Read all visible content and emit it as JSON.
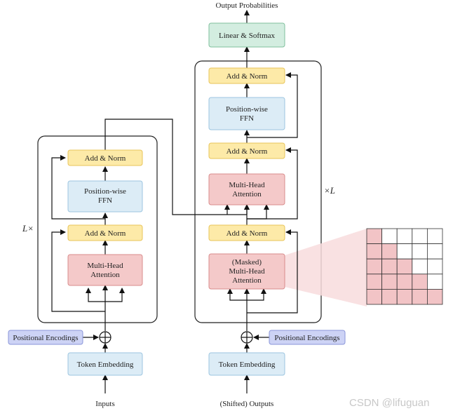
{
  "top_label": "Output Probabilities",
  "encoder": {
    "repeat": "L×",
    "add_norm_top": "Add & Norm",
    "ffn_line1": "Position-wise",
    "ffn_line2": "FFN",
    "add_norm_bottom": "Add & Norm",
    "mha_line1": "Multi-Head",
    "mha_line2": "Attention",
    "pos_enc": "Positional Encodings",
    "embedding": "Token Embedding",
    "input": "Inputs"
  },
  "decoder": {
    "repeat": "×L",
    "linear": "Linear & Softmax",
    "add_norm_top": "Add & Norm",
    "ffn_line1": "Position-wise",
    "ffn_line2": "FFN",
    "add_norm_mid": "Add & Norm",
    "cross_line1": "Multi-Head",
    "cross_line2": "Attention",
    "add_norm_bottom": "Add & Norm",
    "masked_line1": "(Masked)",
    "masked_line2": "Multi-Head",
    "masked_line3": "Attention",
    "pos_enc": "Positional Encodings",
    "embedding": "Token Embedding",
    "input": "(Shifted) Outputs"
  },
  "mask_grid": {
    "size": 5,
    "filled_color": "#f2c4c6",
    "empty_color": "#ffffff"
  },
  "colors": {
    "add_norm_fill": "#fdeaa8",
    "add_norm_stroke": "#e8c45a",
    "ffn_fill": "#dcecf6",
    "ffn_stroke": "#9cc5e0",
    "attn_fill": "#f4c9c9",
    "attn_stroke": "#d98c8c",
    "linear_fill": "#d3ede0",
    "linear_stroke": "#7fbf9c",
    "pos_fill": "#cdd3f5",
    "pos_stroke": "#8a96d9",
    "embed_fill": "#dcecf6",
    "embed_stroke": "#9cc5e0"
  },
  "watermark": "CSDN @lifuguan"
}
